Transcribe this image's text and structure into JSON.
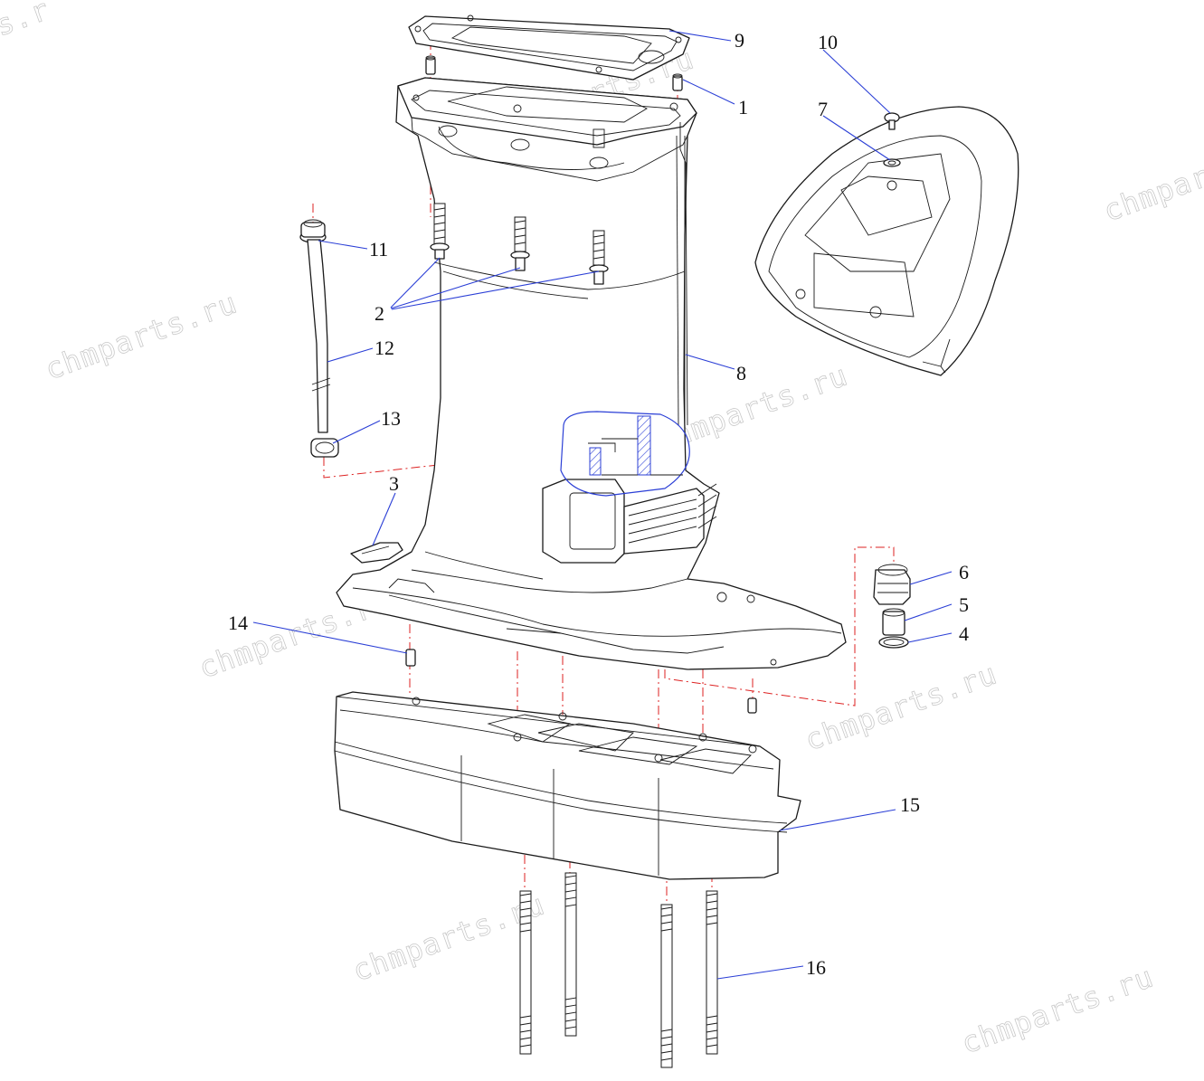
{
  "diagram": {
    "watermark_text": "chmparts.ru",
    "watermark_partial": "s.r",
    "callouts": [
      {
        "id": "1",
        "label": "1"
      },
      {
        "id": "2",
        "label": "2"
      },
      {
        "id": "3",
        "label": "3"
      },
      {
        "id": "4",
        "label": "4"
      },
      {
        "id": "5",
        "label": "5"
      },
      {
        "id": "6",
        "label": "6"
      },
      {
        "id": "7",
        "label": "7"
      },
      {
        "id": "8",
        "label": "8"
      },
      {
        "id": "9",
        "label": "9"
      },
      {
        "id": "10",
        "label": "10"
      },
      {
        "id": "11",
        "label": "11"
      },
      {
        "id": "12",
        "label": "12"
      },
      {
        "id": "13",
        "label": "13"
      },
      {
        "id": "14",
        "label": "14"
      },
      {
        "id": "15",
        "label": "15"
      },
      {
        "id": "16",
        "label": "16"
      }
    ],
    "colors": {
      "leader": "#2b3fd6",
      "centerline": "#dd2222",
      "outline": "#1a1a1a",
      "watermark": "#c9c9c9"
    }
  }
}
